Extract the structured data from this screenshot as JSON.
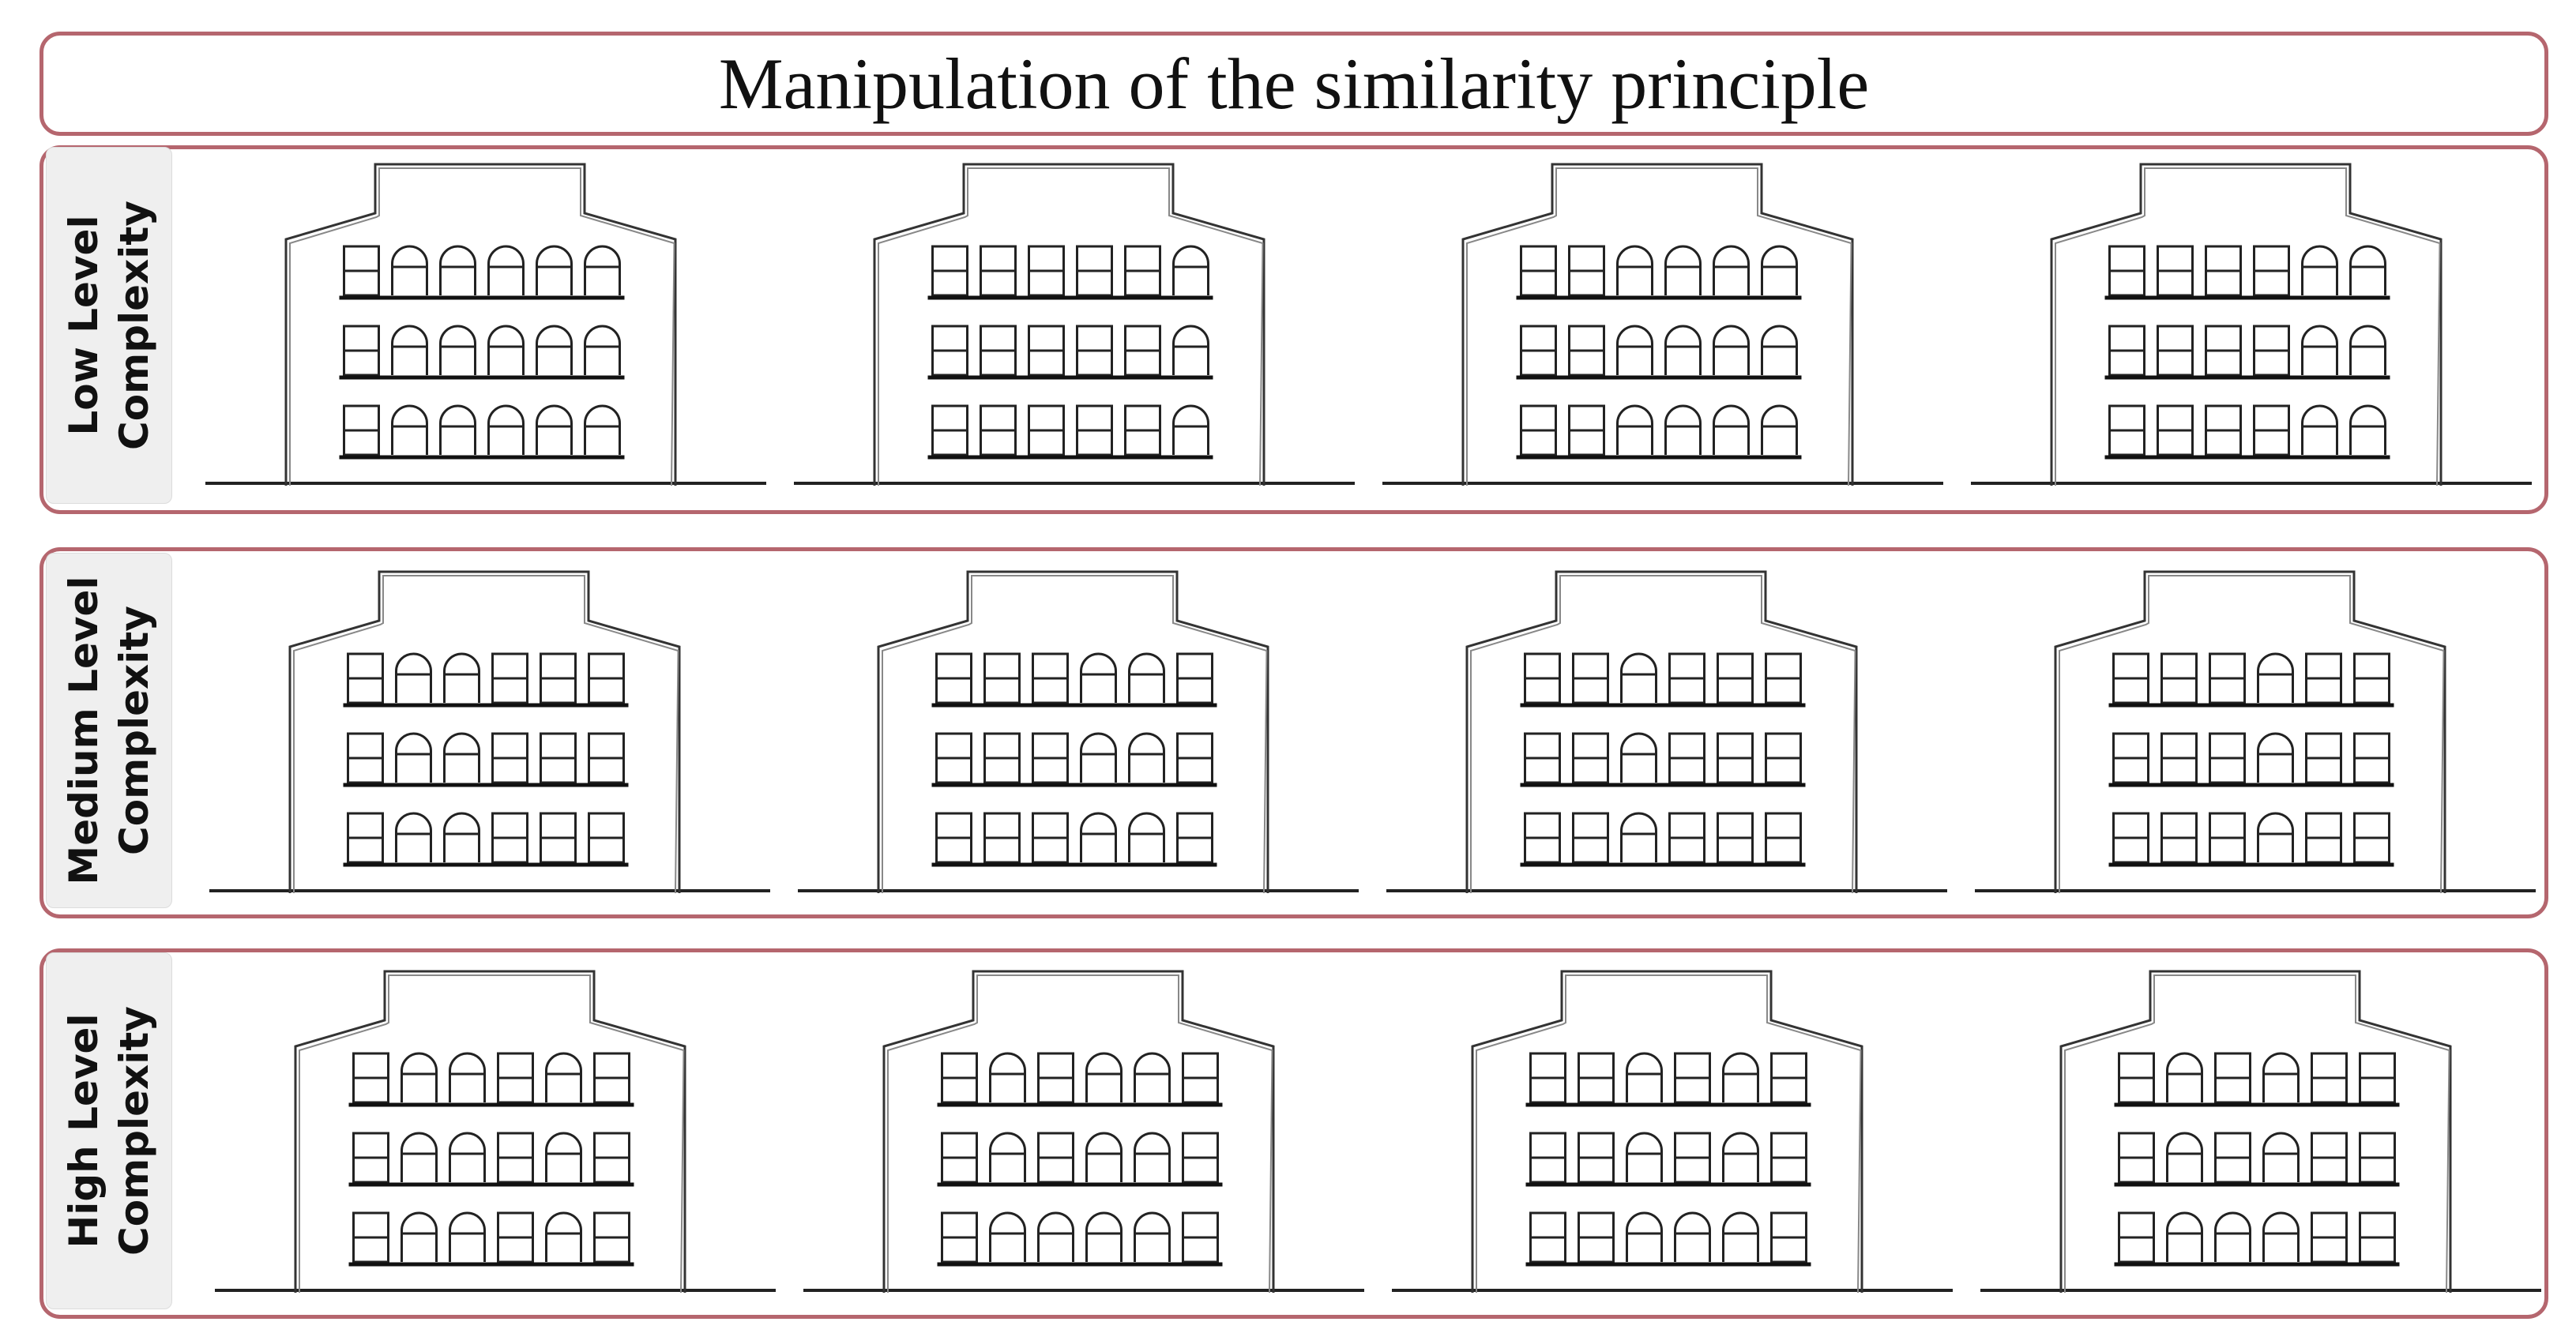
{
  "title": "Manipulation of the similarity principle",
  "rows": [
    {
      "label_line1": "Low Level",
      "label_line2": "Complexity",
      "buildings": [
        {
          "windows": [
            [
              "R",
              "A",
              "A",
              "A",
              "A",
              "A"
            ],
            [
              "R",
              "A",
              "A",
              "A",
              "A",
              "A"
            ],
            [
              "R",
              "A",
              "A",
              "A",
              "A",
              "A"
            ]
          ]
        },
        {
          "windows": [
            [
              "R",
              "R",
              "R",
              "R",
              "R",
              "A"
            ],
            [
              "R",
              "R",
              "R",
              "R",
              "R",
              "A"
            ],
            [
              "R",
              "R",
              "R",
              "R",
              "R",
              "A"
            ]
          ]
        },
        {
          "windows": [
            [
              "R",
              "R",
              "A",
              "A",
              "A",
              "A"
            ],
            [
              "R",
              "R",
              "A",
              "A",
              "A",
              "A"
            ],
            [
              "R",
              "R",
              "A",
              "A",
              "A",
              "A"
            ]
          ]
        },
        {
          "windows": [
            [
              "R",
              "R",
              "R",
              "R",
              "A",
              "A"
            ],
            [
              "R",
              "R",
              "R",
              "R",
              "A",
              "A"
            ],
            [
              "R",
              "R",
              "R",
              "R",
              "A",
              "A"
            ]
          ]
        }
      ]
    },
    {
      "label_line1": "Medium Level",
      "label_line2": "Complexity",
      "buildings": [
        {
          "windows": [
            [
              "R",
              "A",
              "A",
              "R",
              "R",
              "R"
            ],
            [
              "R",
              "A",
              "A",
              "R",
              "R",
              "R"
            ],
            [
              "R",
              "A",
              "A",
              "R",
              "R",
              "R"
            ]
          ]
        },
        {
          "windows": [
            [
              "R",
              "R",
              "R",
              "A",
              "A",
              "R"
            ],
            [
              "R",
              "R",
              "R",
              "A",
              "A",
              "R"
            ],
            [
              "R",
              "R",
              "R",
              "A",
              "A",
              "R"
            ]
          ]
        },
        {
          "windows": [
            [
              "R",
              "R",
              "A",
              "R",
              "R",
              "R"
            ],
            [
              "R",
              "R",
              "A",
              "R",
              "R",
              "R"
            ],
            [
              "R",
              "R",
              "A",
              "R",
              "R",
              "R"
            ]
          ]
        },
        {
          "windows": [
            [
              "R",
              "R",
              "R",
              "A",
              "R",
              "R"
            ],
            [
              "R",
              "R",
              "R",
              "A",
              "R",
              "R"
            ],
            [
              "R",
              "R",
              "R",
              "A",
              "R",
              "R"
            ]
          ]
        }
      ]
    },
    {
      "label_line1": "High Level",
      "label_line2": "Complexity",
      "buildings": [
        {
          "windows": [
            [
              "R",
              "A",
              "A",
              "R",
              "A",
              "R"
            ],
            [
              "R",
              "A",
              "A",
              "R",
              "A",
              "R"
            ],
            [
              "R",
              "A",
              "A",
              "R",
              "A",
              "R"
            ]
          ]
        },
        {
          "windows": [
            [
              "R",
              "A",
              "R",
              "A",
              "A",
              "R"
            ],
            [
              "R",
              "A",
              "R",
              "A",
              "A",
              "R"
            ],
            [
              "R",
              "A",
              "A",
              "A",
              "A",
              "R"
            ]
          ]
        },
        {
          "windows": [
            [
              "R",
              "R",
              "A",
              "R",
              "A",
              "R"
            ],
            [
              "R",
              "R",
              "A",
              "R",
              "A",
              "R"
            ],
            [
              "R",
              "R",
              "A",
              "A",
              "A",
              "R"
            ]
          ]
        },
        {
          "windows": [
            [
              "R",
              "A",
              "R",
              "A",
              "R",
              "R"
            ],
            [
              "R",
              "A",
              "R",
              "A",
              "R",
              "R"
            ],
            [
              "R",
              "A",
              "A",
              "A",
              "R",
              "R"
            ]
          ]
        }
      ]
    }
  ]
}
